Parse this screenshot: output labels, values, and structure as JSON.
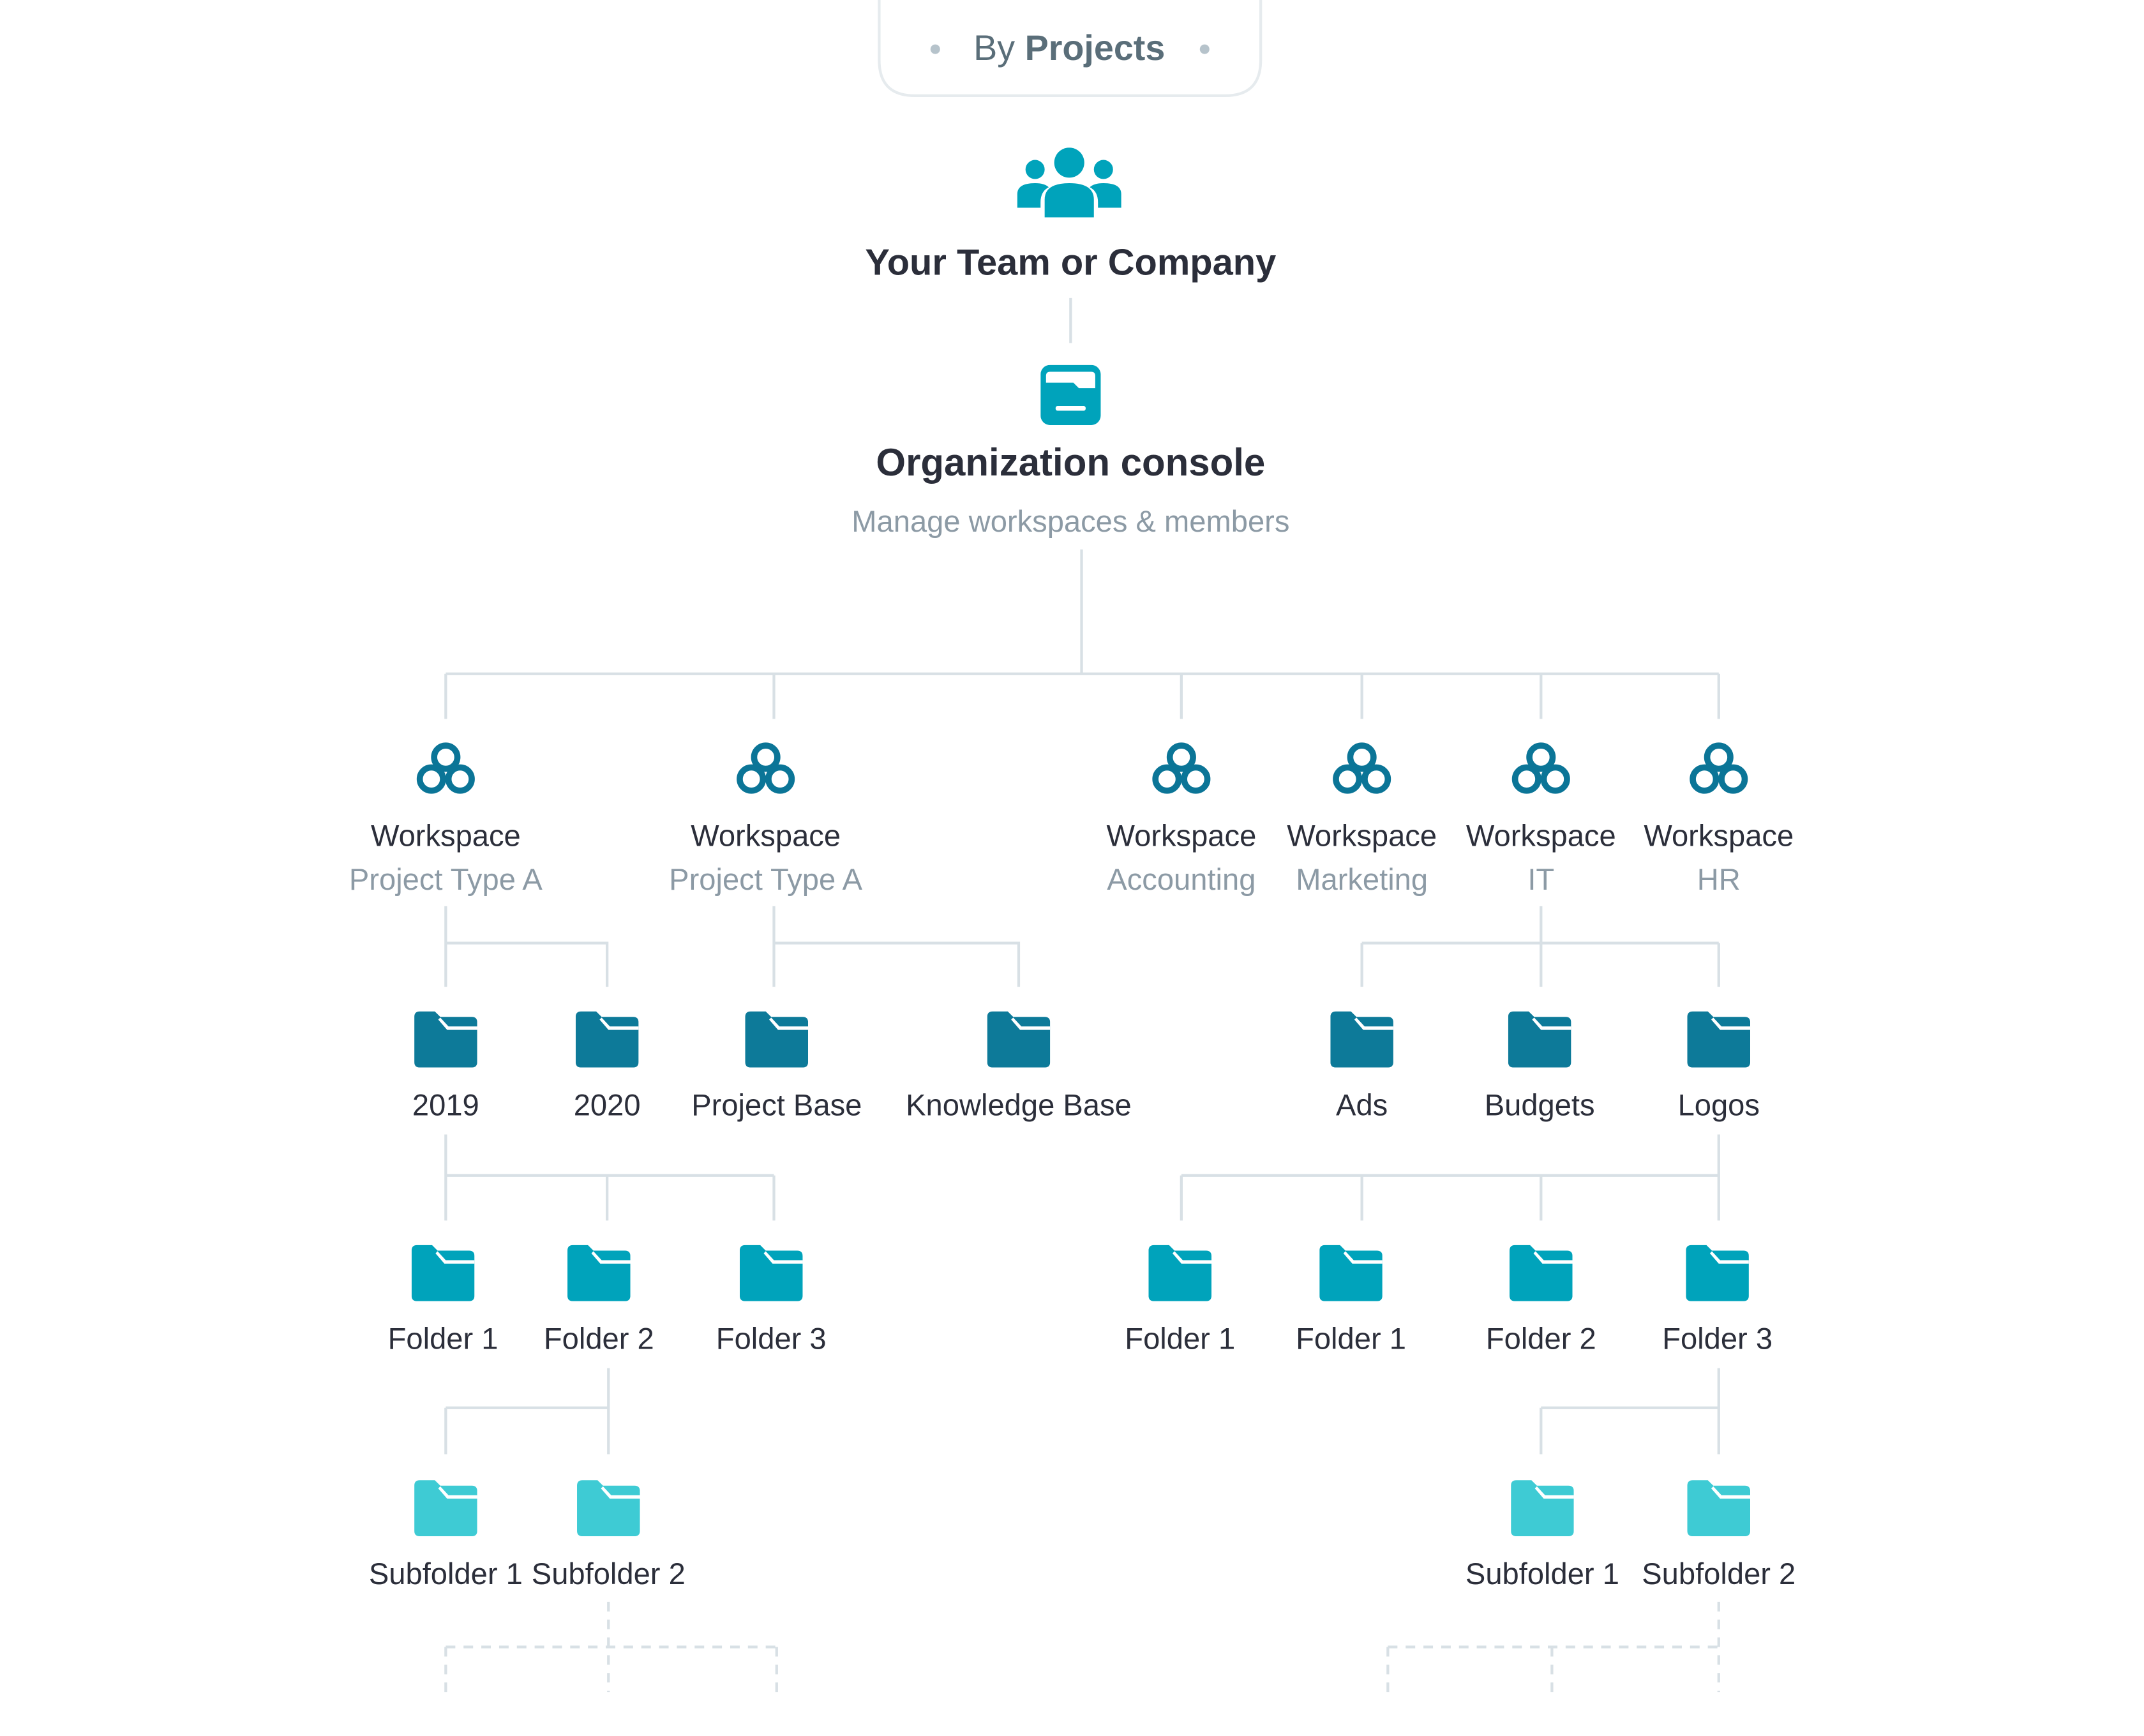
{
  "header": {
    "prefix": "By",
    "bold": "Projects"
  },
  "root": {
    "title": "Your Team or Company",
    "icon": "team-icon"
  },
  "console": {
    "title": "Organization console",
    "subtitle": "Manage workspaces & members",
    "icon": "console-icon"
  },
  "colors": {
    "text_dark": "#2b2e3a",
    "text_muted": "#8c9aa5",
    "pill_text": "#5a6e79",
    "connector": "#d8e0e5",
    "workspace_icon": "#0b7597",
    "folder_l1": "#0d7a99",
    "folder_l2": "#00a3bb",
    "folder_l3": "#3ecbd4"
  },
  "workspaces": [
    {
      "label": "Workspace",
      "sub": "Project Type A"
    },
    {
      "label": "Workspace",
      "sub": "Project Type A"
    },
    {
      "label": "Workspace",
      "sub": "Accounting"
    },
    {
      "label": "Workspace",
      "sub": "Marketing"
    },
    {
      "label": "Workspace",
      "sub": "IT"
    },
    {
      "label": "Workspace",
      "sub": "HR"
    }
  ],
  "folders_l1": [
    "2019",
    "2020",
    "Project Base",
    "Knowledge Base",
    "Ads",
    "Budgets",
    "Logos"
  ],
  "folders_l2": [
    "Folder 1",
    "Folder 2",
    "Folder 3",
    "Folder 1",
    "Folder 1",
    "Folder 2",
    "Folder 3"
  ],
  "subfolders": [
    "Subfolder 1",
    "Subfolder 2",
    "Subfolder 1",
    "Subfolder 2"
  ]
}
